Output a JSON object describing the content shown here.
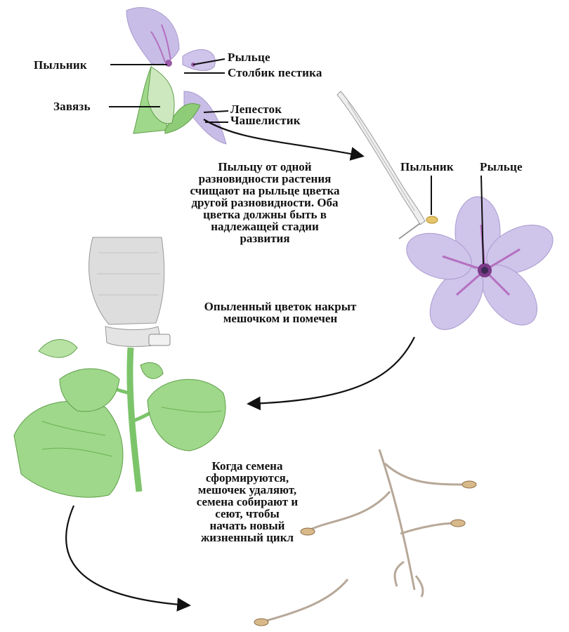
{
  "labels": {
    "anther_top": "Пыльник",
    "stigma_top": "Рыльце",
    "style_top": "Столбик пестика",
    "ovary": "Завязь",
    "petal": "Лепесток",
    "sepal": "Чашелистик",
    "anther_right": "Пыльник",
    "stigma_right": "Рыльце"
  },
  "step1_lines": [
    "Пыльцу от одной",
    "разновидности растения",
    "счищают на рыльце цветка",
    "другой разновидности. Оба",
    "цветка должны быть в",
    "надлежащей стадии",
    "развития"
  ],
  "step2_lines": [
    "Опыленный цветок накрыт",
    "мешочком и помечен"
  ],
  "step3_lines": [
    "Когда семена",
    "сформируются,",
    "мешочек удаляют,",
    "семена собирают и",
    "сеют, чтобы",
    "начать новый",
    "жизненный цикл"
  ],
  "colors": {
    "petal": "#c8bde6",
    "petal_vein": "#b46fc0",
    "leaf": "#9fd88a",
    "stem": "#7cc46a",
    "bag": "#dddddd",
    "seed_stalk": "#b7a898"
  }
}
